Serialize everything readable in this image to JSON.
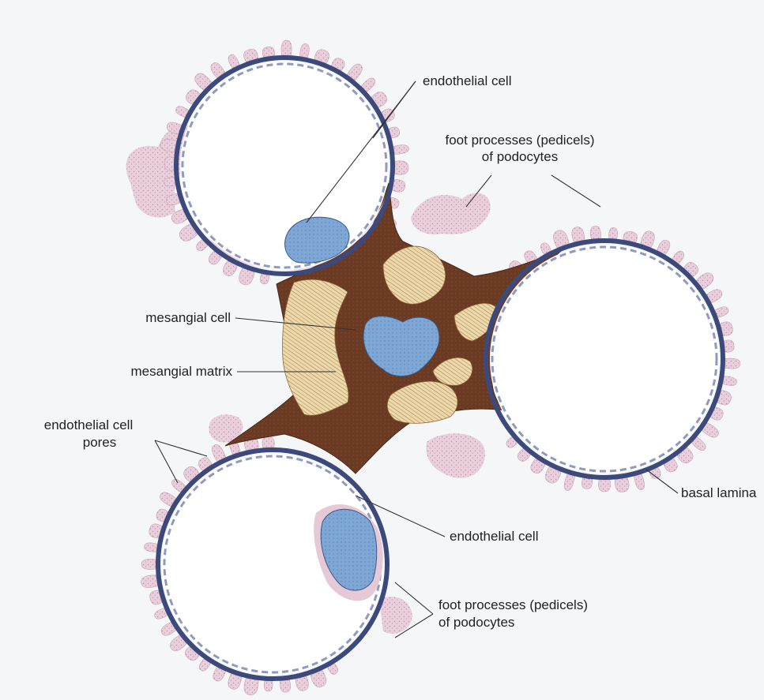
{
  "labels": {
    "endothelial_cell_top": "endothelial cell",
    "foot_processes_top_line1": "foot processes (pedicels)",
    "foot_processes_top_line2": "of podocytes",
    "mesangial_cell": "mesangial cell",
    "mesangial_matrix": "mesangial matrix",
    "endothelial_pores_line1": "endothelial cell",
    "endothelial_pores_line2": "pores",
    "basal_lamina": "basal lamina",
    "endothelial_cell_bottom": "endothelial cell",
    "foot_processes_bottom_line1": "foot processes (pedicels)",
    "foot_processes_bottom_line2": "of podocytes"
  },
  "colors": {
    "background": "#f4f6f8",
    "podocyte": "#e6c6d6",
    "podocyte_stipple": "#c79ab3",
    "basal_lamina": "#3a4a7a",
    "basal_lamina_light": "#8e9ac0",
    "mesangial_cell": "#6b3a22",
    "mesangial_matrix": "#ecd9b0",
    "nucleus": "#7fa6d4",
    "lumen": "#ffffff"
  }
}
